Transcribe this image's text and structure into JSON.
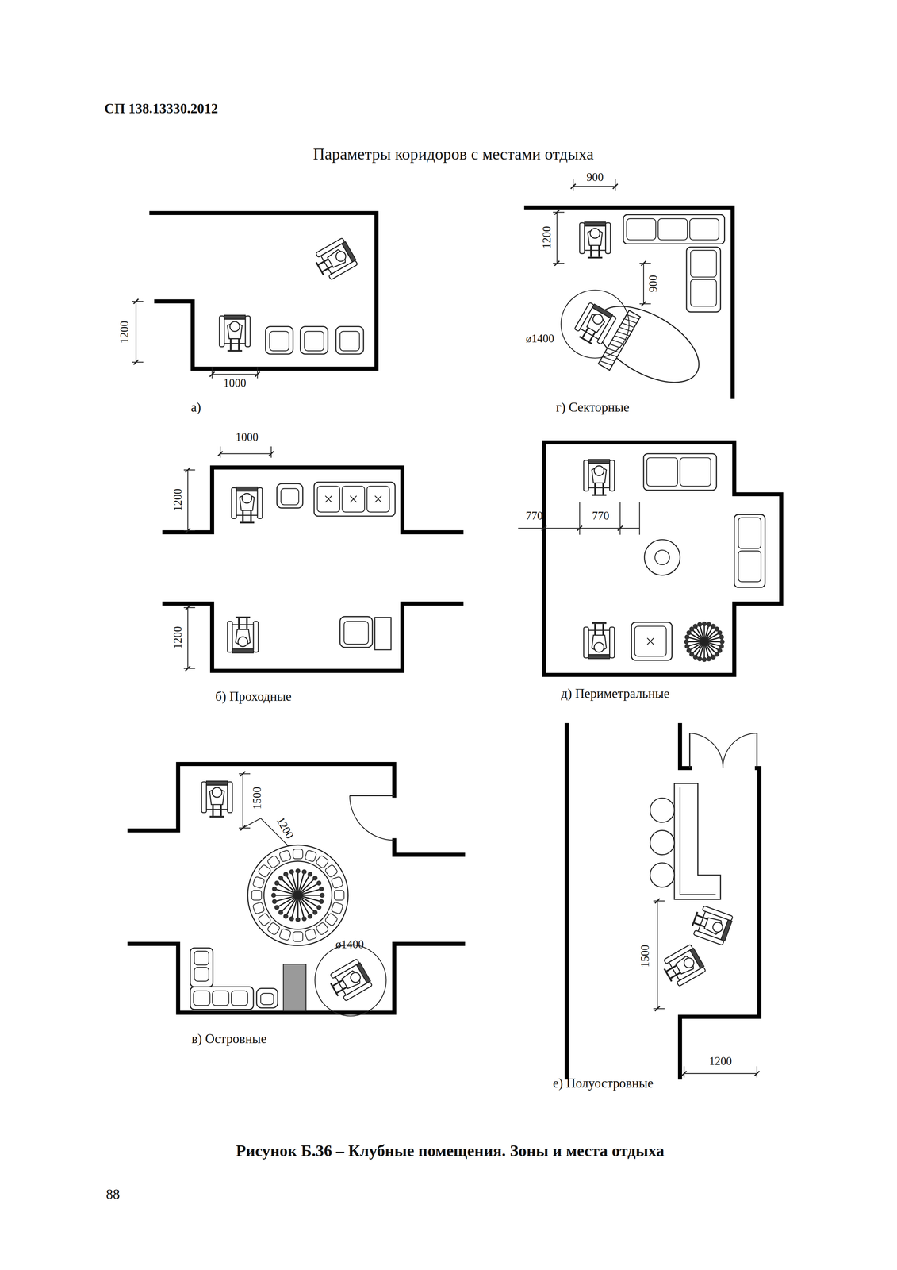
{
  "diagram": {
    "title": "Параметры коридоров с местами отдыха",
    "caption": "Рисунок Б.36 – Клубные помещения. Зоны и места отдыха",
    "labels": [
      "СП 138.13330.2012",
      "1200",
      "1000",
      "а)",
      "900",
      "1200",
      "900",
      "ø1400",
      "г) Секторные",
      "1000",
      "1200",
      "1200",
      "б) Проходные",
      "770",
      "770",
      "д) Периметральные",
      "1500",
      "1200",
      "ø1400",
      "в) Островные",
      "1500",
      "1200",
      "е) Полуостровные",
      "88"
    ]
  }
}
